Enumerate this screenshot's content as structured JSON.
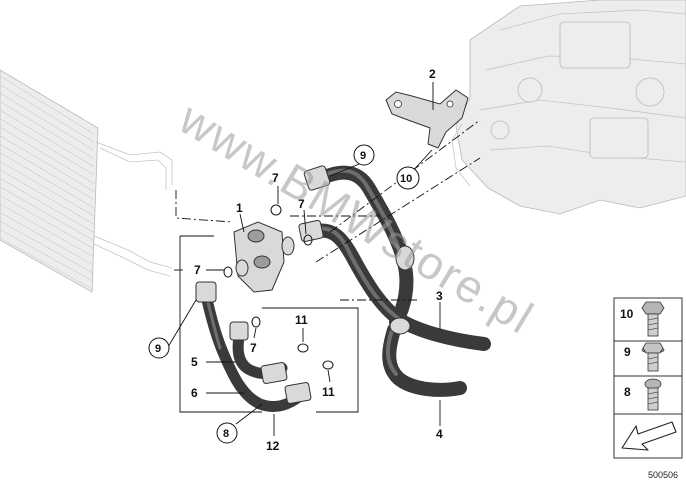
{
  "diagram": {
    "watermark": "www.BMWstore.pl",
    "document_number": "500506",
    "callouts": {
      "c1": "1",
      "c2": "2",
      "c3": "3",
      "c4": "4",
      "c5": "5",
      "c6": "6",
      "c7a": "7",
      "c7b": "7",
      "c7c": "7",
      "c7d": "7",
      "c8": "8",
      "c9a": "9",
      "c9b": "9",
      "c10": "10",
      "c11a": "11",
      "c11b": "11",
      "c12": "12"
    },
    "legend": {
      "items": [
        {
          "label": "10"
        },
        {
          "label": "9"
        },
        {
          "label": "8"
        }
      ]
    }
  }
}
